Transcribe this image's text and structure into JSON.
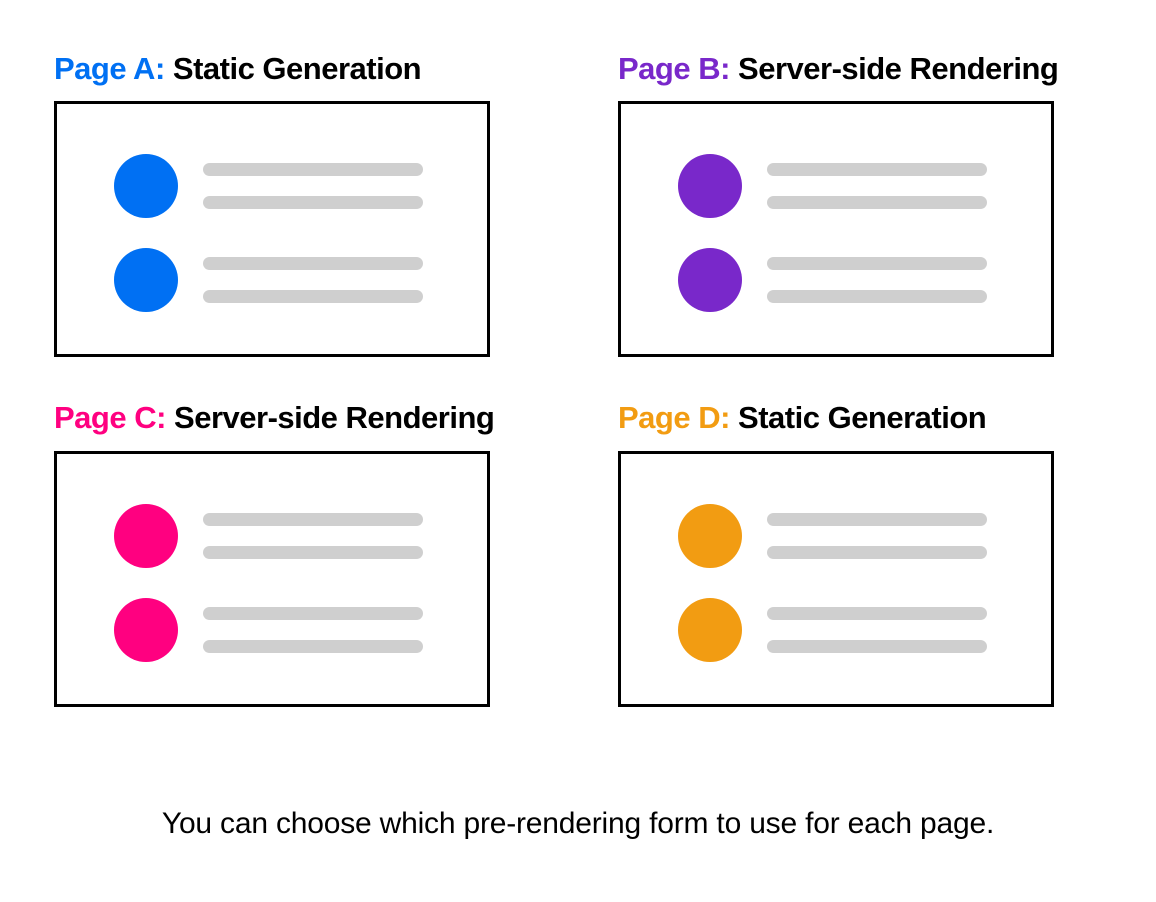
{
  "diagram": {
    "panels": [
      {
        "page_label": "Page A:",
        "mode_label": "Static Generation",
        "accent_color": "#0070f3",
        "accent_name": "blue",
        "rows": [
          {
            "bars": [
              "",
              ""
            ]
          },
          {
            "bars": [
              "",
              ""
            ]
          }
        ]
      },
      {
        "page_label": "Page B:",
        "mode_label": "Server-side Rendering",
        "accent_color": "#7928ca",
        "accent_name": "purple",
        "rows": [
          {
            "bars": [
              "",
              ""
            ]
          },
          {
            "bars": [
              "",
              ""
            ]
          }
        ]
      },
      {
        "page_label": "Page C:",
        "mode_label": "Server-side Rendering",
        "accent_color": "#ff0080",
        "accent_name": "pink",
        "rows": [
          {
            "bars": [
              "",
              ""
            ]
          },
          {
            "bars": [
              "",
              ""
            ]
          }
        ]
      },
      {
        "page_label": "Page D:",
        "mode_label": "Static Generation",
        "accent_color": "#f29c12",
        "accent_name": "orange",
        "rows": [
          {
            "bars": [
              "",
              ""
            ]
          },
          {
            "bars": [
              "",
              ""
            ]
          }
        ]
      }
    ],
    "caption": "You can choose which pre-rendering form to use for each page.",
    "placeholder_bar_color": "#cfcfcf",
    "card_border_color": "#000000",
    "background_color": "#ffffff"
  }
}
